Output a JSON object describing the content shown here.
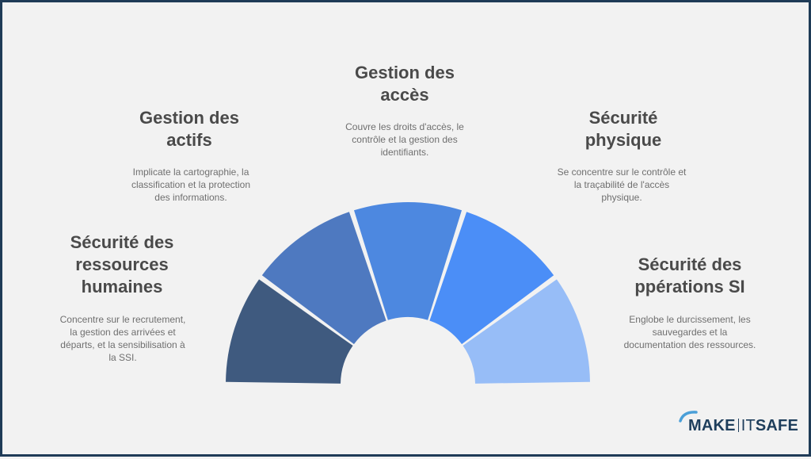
{
  "segments": [
    {
      "id": "hr",
      "title": "Sécurité des ressources humaines",
      "title_lines": [
        "Sécurité des",
        "ressources",
        "humaines"
      ],
      "description_lines": [
        "Concentre sur le recrutement,",
        "la gestion des arrivées et",
        "départs, et la sensibilisation à",
        "la SSI."
      ],
      "color": "#3f5a7f"
    },
    {
      "id": "actifs",
      "title_lines": [
        "Gestion des",
        "actifs"
      ],
      "description_lines": [
        "Implicate la cartographie, la",
        "classification et la protection",
        "des informations."
      ],
      "color": "#4e79c0"
    },
    {
      "id": "acces",
      "title_lines": [
        "Gestion des",
        "accès"
      ],
      "description_lines": [
        "Couvre les droits d'accès, le",
        "contrôle et la gestion des",
        "identifiants."
      ],
      "color": "#4d88e0"
    },
    {
      "id": "physique",
      "title_lines": [
        "Sécurité",
        "physique"
      ],
      "description_lines": [
        "Se concentre sur le contrôle et",
        "la traçabilité de l'accès",
        "physique."
      ],
      "color": "#4b8ef7"
    },
    {
      "id": "operations",
      "title_lines": [
        "Sécurité des",
        "ppérations SI"
      ],
      "description_lines": [
        "Englobe le durcissement, les",
        "sauvegardes et la",
        "documentation des ressources."
      ],
      "color": "#97bdf7"
    }
  ],
  "logo": {
    "part1": "MAKE",
    "part2": "IT",
    "part3": "SAFE",
    "color": "#1e3e5c",
    "arc_color": "#4a9fd8"
  }
}
